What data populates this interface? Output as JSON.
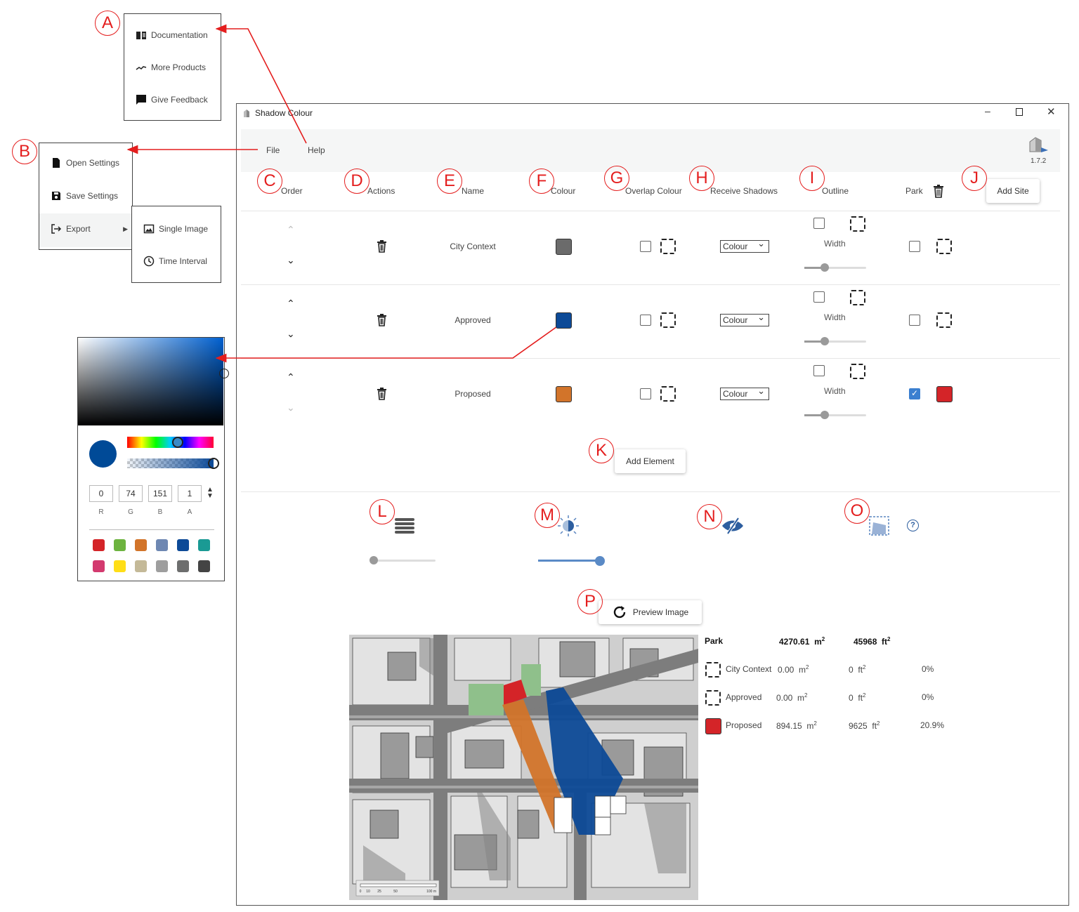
{
  "window": {
    "title": "Shadow Colour",
    "version": "1.7.2",
    "controls": [
      "minimize",
      "maximize",
      "close"
    ]
  },
  "menu": {
    "file": "File",
    "help": "Help"
  },
  "help_menu": {
    "items": [
      {
        "label": "Documentation",
        "icon": "book-icon"
      },
      {
        "label": "More Products",
        "icon": "products-icon"
      },
      {
        "label": "Give Feedback",
        "icon": "feedback-icon"
      }
    ]
  },
  "file_menu": {
    "items": [
      {
        "label": "Open Settings",
        "icon": "file-icon"
      },
      {
        "label": "Save Settings",
        "icon": "save-icon"
      },
      {
        "label": "Export",
        "icon": "export-icon"
      }
    ]
  },
  "export_submenu": {
    "items": [
      {
        "label": "Single Image",
        "icon": "image-icon"
      },
      {
        "label": "Time Interval",
        "icon": "clock-icon"
      }
    ]
  },
  "headers": {
    "order": "Order",
    "actions": "Actions",
    "name": "Name",
    "colour": "Colour",
    "overlap": "Overlap Colour",
    "receive": "Receive Shadows",
    "outline": "Outline",
    "park": "Park",
    "add_site": "Add Site"
  },
  "elements": [
    {
      "name": "City Context",
      "colour": "#6b6b6b",
      "overlap_checked": false,
      "receive": "Colour",
      "outline_checked": false,
      "width_label": "Width",
      "park_checked": false,
      "park_colour": null
    },
    {
      "name": "Approved",
      "colour": "#0d4a97",
      "overlap_checked": false,
      "receive": "Colour",
      "outline_checked": false,
      "width_label": "Width",
      "park_checked": false,
      "park_colour": null
    },
    {
      "name": "Proposed",
      "colour": "#d2742a",
      "overlap_checked": false,
      "receive": "Colour",
      "outline_checked": false,
      "width_label": "Width",
      "park_checked": true,
      "park_colour": "#d42428"
    }
  ],
  "add_element": "Add Element",
  "tools": {
    "layers_slider": 0,
    "brightness_slider": 1
  },
  "preview": "Preview Image",
  "color_picker": {
    "r": "0",
    "g": "74",
    "b": "151",
    "a": "1",
    "labels": [
      "R",
      "G",
      "B",
      "A"
    ],
    "selected": "#004a97",
    "swatches": [
      "#d42428",
      "#6db33f",
      "#d2742a",
      "#6e87b2",
      "#0d4a97",
      "#1a9a94",
      "#d33a6f",
      "#ffde17",
      "#c4b998",
      "#9e9e9e",
      "#6d6e6e",
      "#444444"
    ]
  },
  "stats": {
    "park": {
      "label": "Park",
      "m2": "4270.61",
      "m2_unit": "m",
      "ft2": "45968",
      "ft2_unit": "ft"
    },
    "rows": [
      {
        "name": "City Context",
        "m2": "0.00",
        "ft2": "0",
        "pct": "0%",
        "colour": null
      },
      {
        "name": "Approved",
        "m2": "0.00",
        "ft2": "0",
        "pct": "0%",
        "colour": null
      },
      {
        "name": "Proposed",
        "m2": "894.15",
        "ft2": "9625",
        "pct": "20.9%",
        "colour": "#d42428"
      }
    ]
  },
  "map": {
    "scale_ticks": [
      "0",
      "10",
      "25",
      "50",
      "100 m"
    ]
  },
  "annotations": [
    "A",
    "B",
    "C",
    "D",
    "E",
    "F",
    "G",
    "H",
    "I",
    "J",
    "K",
    "L",
    "M",
    "N",
    "O",
    "P"
  ]
}
